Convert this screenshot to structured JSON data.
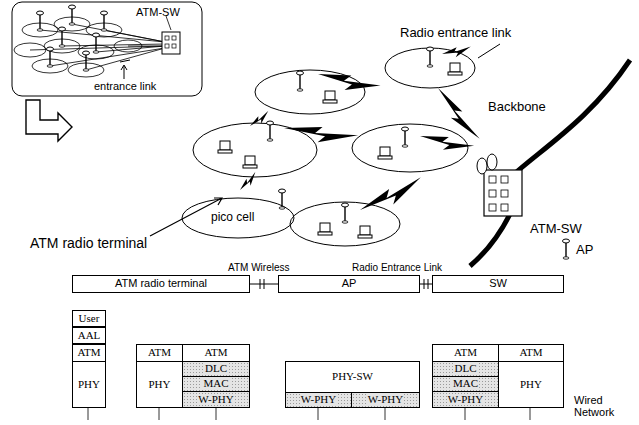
{
  "diagram": {
    "nodes": [
      {
        "text": [
          "ATM radio terminal"
        ]
      },
      {
        "text": [
          "AP"
        ]
      },
      {
        "text": [
          "SW"
        ]
      },
      {
        "text": [
          "User"
        ]
      },
      {
        "text": [
          "AAL"
        ]
      },
      {
        "text": [
          "ATM"
        ]
      },
      {
        "text": [
          "PHY"
        ]
      },
      {
        "text": [
          "ATM"
        ]
      },
      {
        "text": [
          "PHY"
        ]
      },
      {
        "text": [
          "ATM"
        ]
      },
      {
        "text": [
          "DLC"
        ]
      },
      {
        "text": [
          "MAC"
        ]
      },
      {
        "text": [
          "W-PHY"
        ]
      },
      {
        "text": [
          "PHY-SW"
        ]
      },
      {
        "text": [
          "W-PHY"
        ]
      },
      {
        "text": [
          "W-PHY"
        ]
      },
      {
        "text": [
          "ATM"
        ]
      },
      {
        "text": [
          "DLC"
        ]
      },
      {
        "text": [
          "MAC"
        ]
      },
      {
        "text": [
          "W-PHY"
        ]
      },
      {
        "text": [
          "ATM"
        ]
      },
      {
        "text": [
          "PHY"
        ]
      }
    ],
    "labels": [
      "ATM-SW",
      "entrance link",
      "Radio entrance link",
      "Backbone",
      "ATM radio terminal",
      "pico cell",
      "ATM-SW",
      "AP",
      "ATM Wireless",
      "Radio Entrance Link",
      "Wired Network"
    ]
  }
}
